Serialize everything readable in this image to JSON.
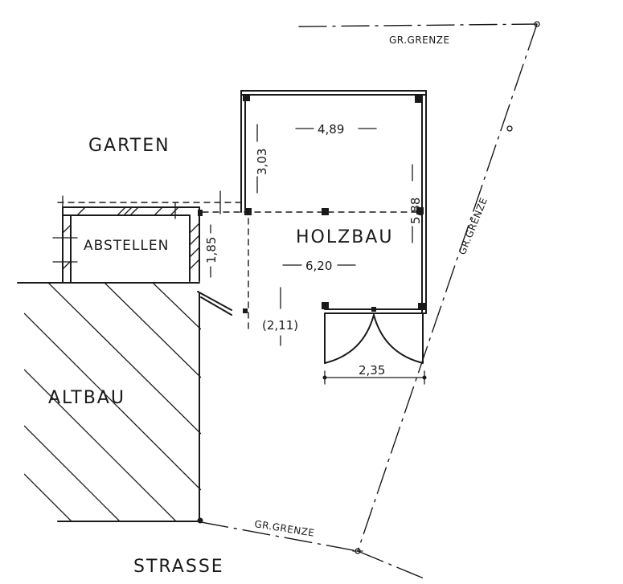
{
  "labels": {
    "garten": "GARTEN",
    "abstellen": "ABSTELLEN",
    "altbau": "ALTBAU",
    "holzbau": "HOLZBAU",
    "strasse": "STRASSE"
  },
  "boundary_labels": {
    "top": "GR.GRENZE",
    "right": "GR.GRENZE",
    "bottom": "GR.GRENZE"
  },
  "dimensions": {
    "holzbau_width_top": "4,89",
    "holzbau_depth_left": "3,03",
    "holzbau_depth_right": "5,88",
    "holzbau_width_middle": "6,20",
    "abstellen_depth": "1,85",
    "passage_width": "(2,11)",
    "entrance_width": "2,35"
  },
  "colors": {
    "ink": "#1a1a1a",
    "paper": "#ffffff"
  }
}
